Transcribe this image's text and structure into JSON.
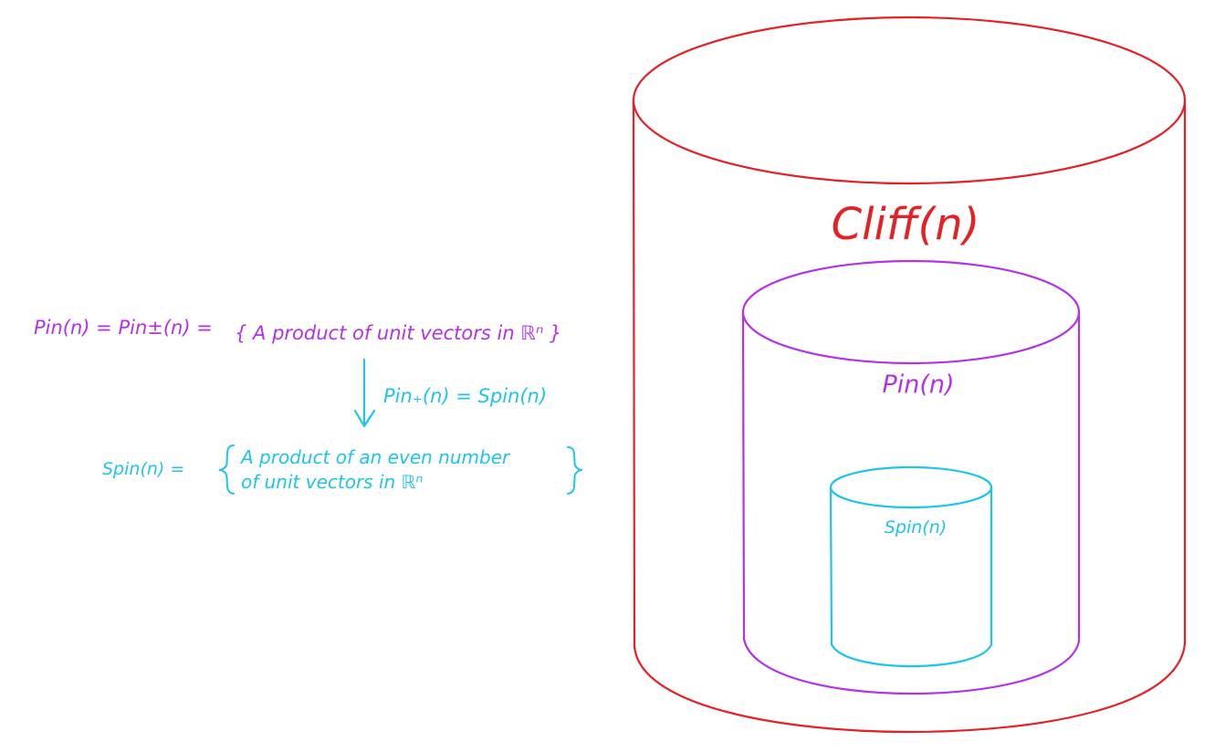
{
  "colors": {
    "cliff": "#e32227",
    "pin": "#b432e6",
    "spin": "#1ec4ec",
    "background": "#ffffff"
  },
  "cylinders": [
    {
      "id": "cliff",
      "label": "Cliff(n)",
      "color": "#e32227"
    },
    {
      "id": "pin",
      "label": "Pin(n)",
      "color": "#b432e6"
    },
    {
      "id": "spin",
      "label": "Spin(n)",
      "color": "#1ec4ec"
    }
  ],
  "equations": {
    "pin_lhs": "Pin(n) = Pin±(n) =",
    "pin_set": "{ A product of unit vectors in ℝⁿ }",
    "arrow_label": "Pin₊(n) = Spin(n)",
    "spin_lhs": "Spin(n) =",
    "spin_set_line1": "A product of an even number",
    "spin_set_line2": "of unit vectors in ℝⁿ"
  }
}
